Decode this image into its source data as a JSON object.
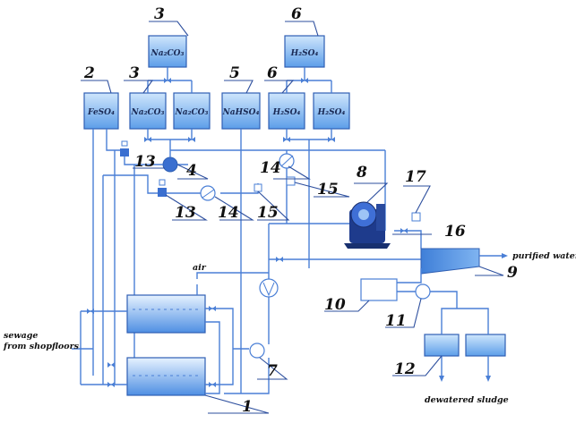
{
  "tanks": {
    "na2co3_top": "Na₂CO₃",
    "h2so4_top": "H₂SO₄",
    "feso4": "FeSO₄",
    "na2co3_a": "Na₂CO₃",
    "na2co3_b": "Na₂CO₃",
    "nahso4": "NaHSO₄",
    "h2so4_a": "H₂SO₄",
    "h2so4_b": "H₂SO₄"
  },
  "numbers": {
    "n1": "1",
    "n2": "2",
    "n3_top": "3",
    "n3": "3",
    "n4": "4",
    "n5": "5",
    "n6_top": "6",
    "n6": "6",
    "n7": "7",
    "n8": "8",
    "n9": "9",
    "n10": "10",
    "n11": "11",
    "n12": "12",
    "n13a": "13",
    "n13b": "13",
    "n14a": "14",
    "n14b": "14",
    "n15a": "15",
    "n15b": "15",
    "n16": "16",
    "n17": "17"
  },
  "labels": {
    "air": "air",
    "sewage_line1": "sewage",
    "sewage_line2": "from shopfloors",
    "purified_water": "purified water",
    "dewatered_sludge": "dewatered sludge"
  },
  "colors": {
    "pipe": "#4a7fd6",
    "tank_fill_top": "#a9d2f8",
    "tank_fill_bottom": "#4f95e8"
  }
}
